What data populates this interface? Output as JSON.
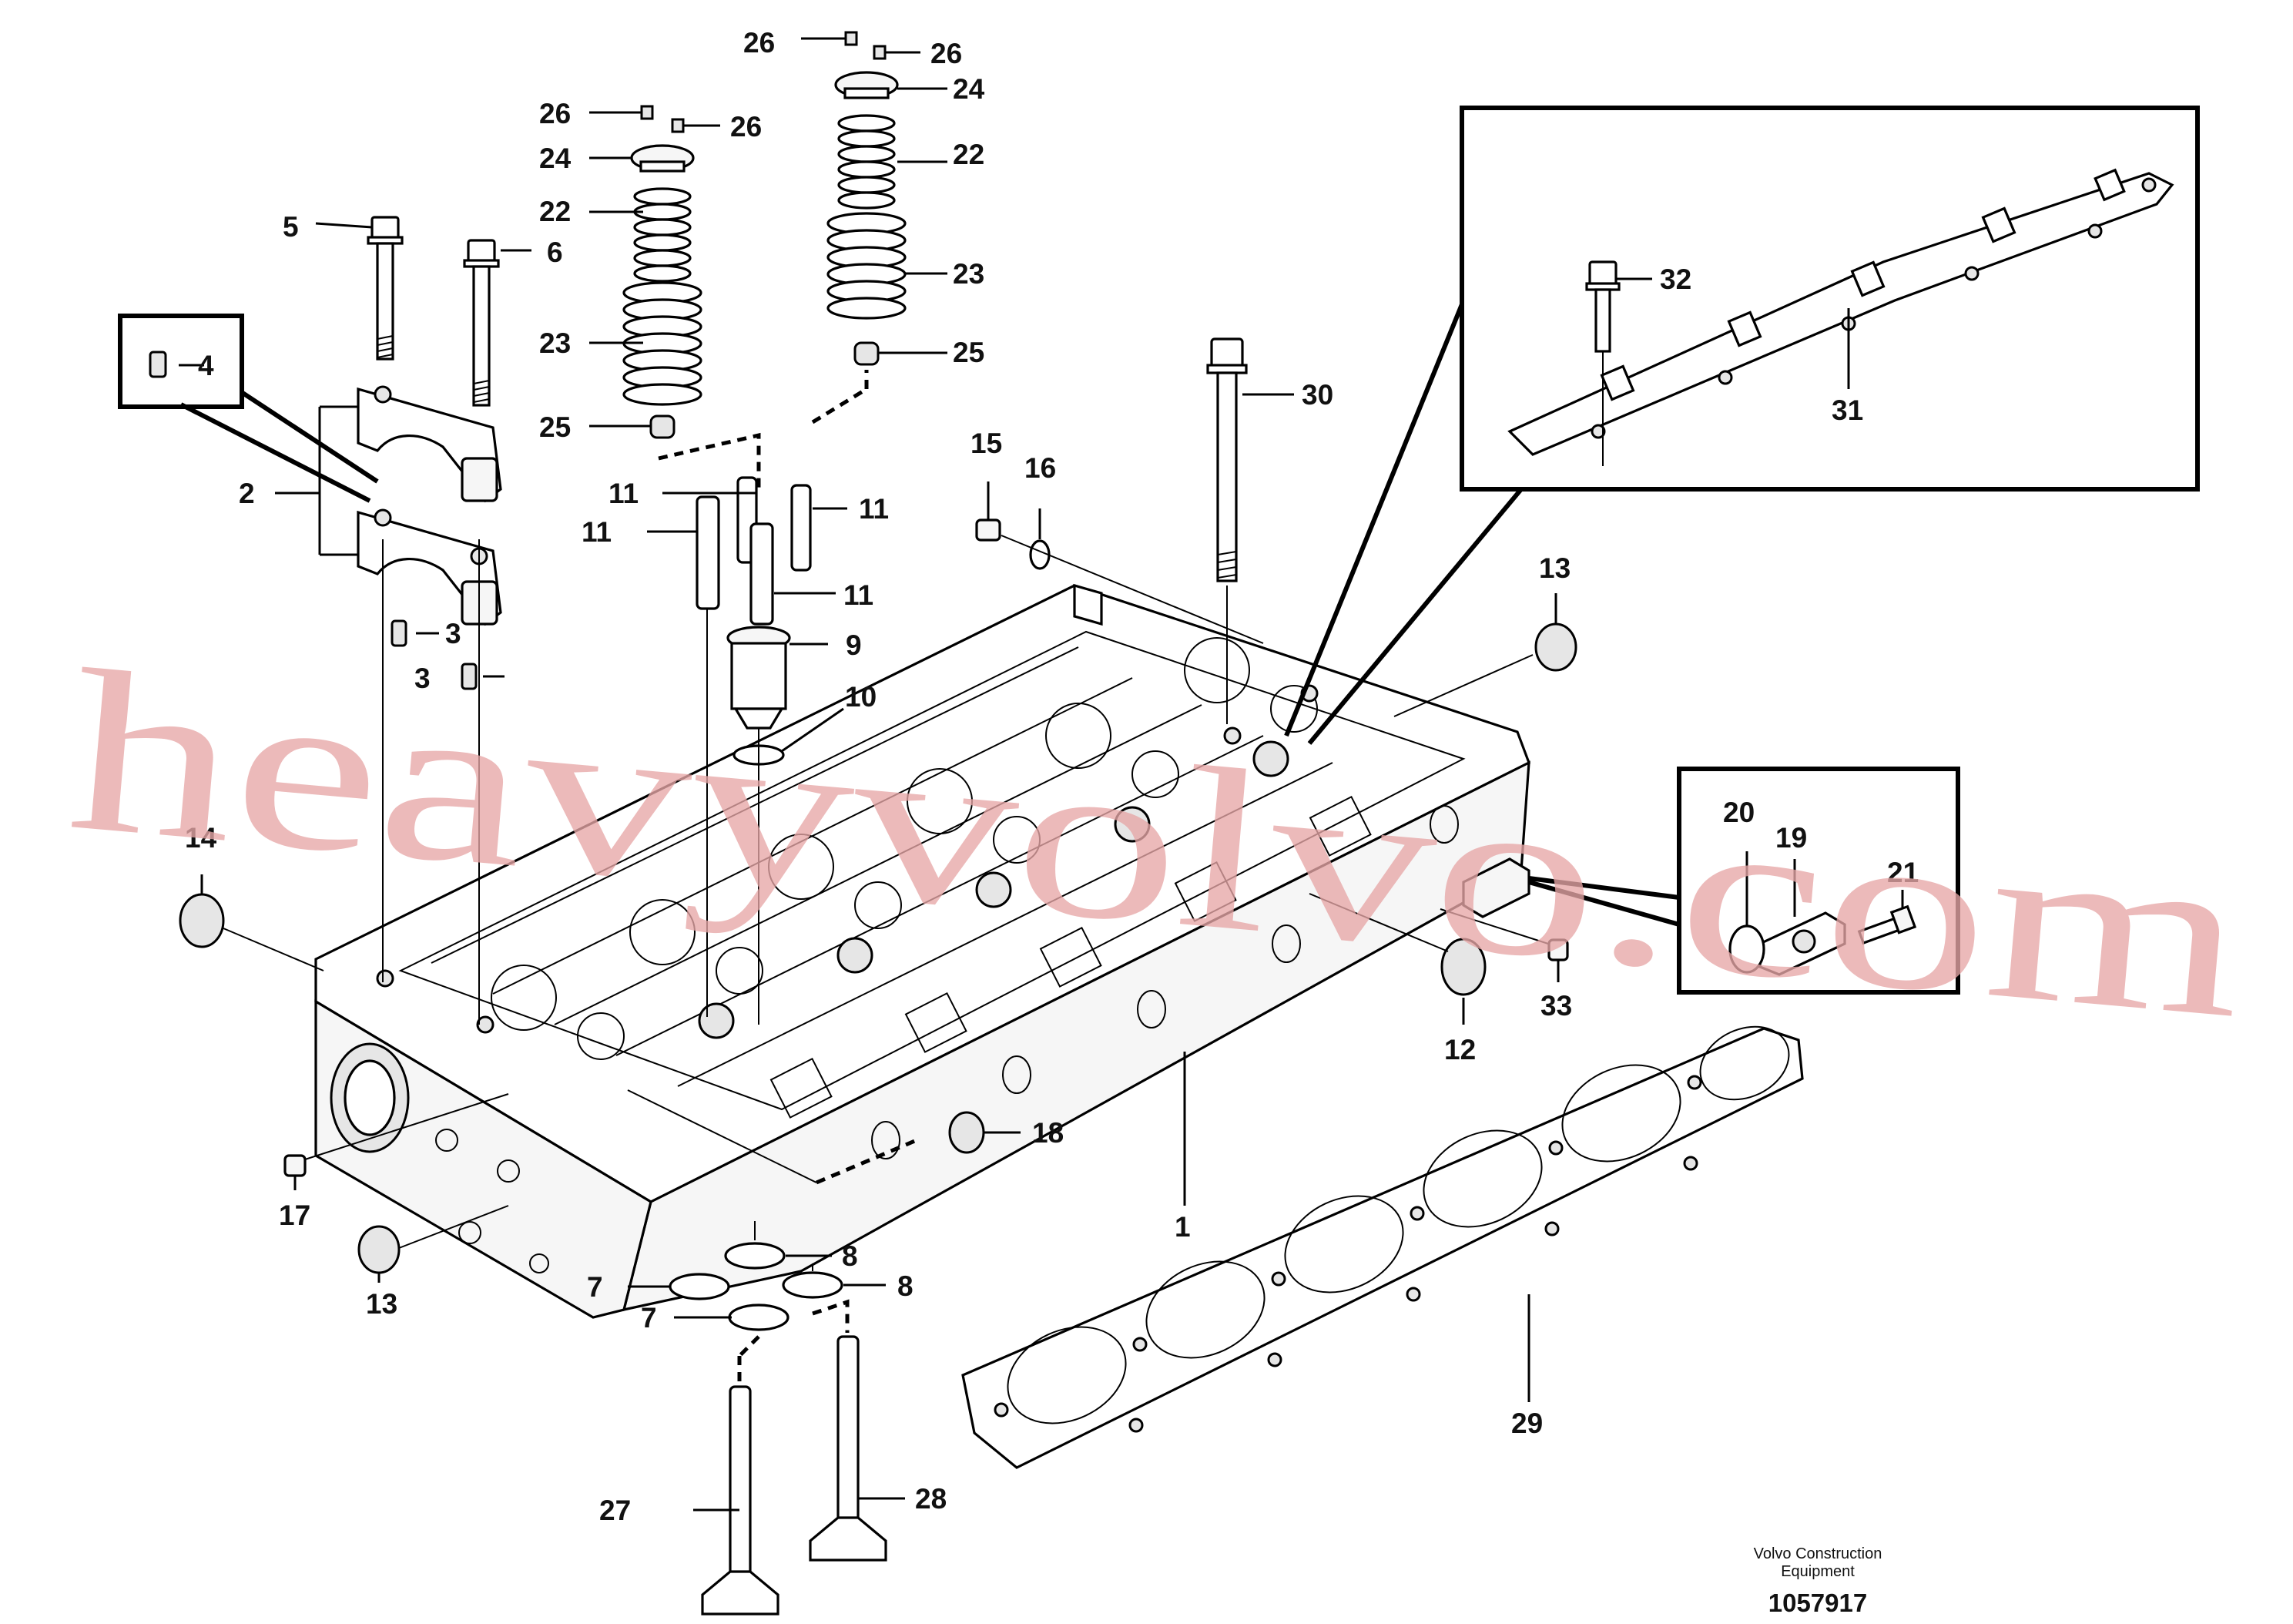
{
  "watermark": "heavyvolvo.com",
  "footer": {
    "brand_line1": "Volvo Construction",
    "brand_line2": "Equipment",
    "drawing_number": "1057917"
  },
  "labels": {
    "l1": "1",
    "l2": "2",
    "l3a": "3",
    "l3b": "3",
    "l4": "4",
    "l5": "5",
    "l6": "6",
    "l7a": "7",
    "l7b": "7",
    "l8a": "8",
    "l8b": "8",
    "l9": "9",
    "l10": "10",
    "l11a": "11",
    "l11b": "11",
    "l11c": "11",
    "l11d": "11",
    "l12": "12",
    "l13a": "13",
    "l13b": "13",
    "l14": "14",
    "l15": "15",
    "l16": "16",
    "l17": "17",
    "l18": "18",
    "l19": "19",
    "l20": "20",
    "l21": "21",
    "l22a": "22",
    "l22b": "22",
    "l23a": "23",
    "l23b": "23",
    "l24a": "24",
    "l24b": "24",
    "l25a": "25",
    "l25b": "25",
    "l26a": "26",
    "l26b": "26",
    "l26c": "26",
    "l26d": "26",
    "l27": "27",
    "l28": "28",
    "l29": "29",
    "l30": "30",
    "l31": "31",
    "l32": "32",
    "l33": "33"
  }
}
